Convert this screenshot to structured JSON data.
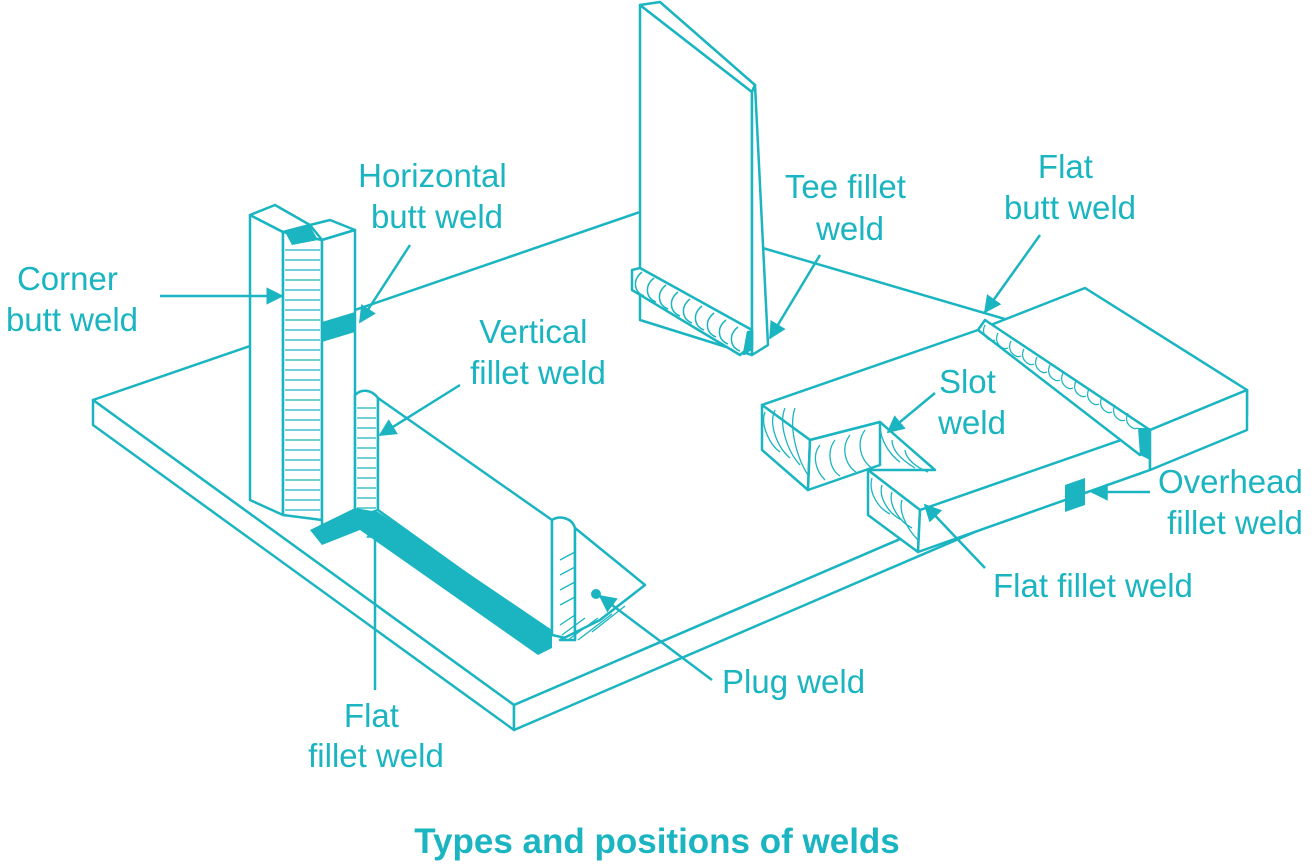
{
  "colors": {
    "accent": "#1ab5c1",
    "background": "#ffffff"
  },
  "title": "Types and positions of welds",
  "labels": {
    "horizontal_butt_weld": [
      "Horizontal",
      "butt weld"
    ],
    "corner_butt_weld": [
      "Corner",
      "butt weld"
    ],
    "vertical_fillet_weld": [
      "Vertical",
      "fillet weld"
    ],
    "tee_fillet_weld": [
      "Tee fillet",
      "weld"
    ],
    "flat_butt_weld": [
      "Flat",
      "butt weld"
    ],
    "slot_weld": [
      "Slot",
      "weld"
    ],
    "overhead_fillet_weld": [
      "Overhead",
      "fillet weld"
    ],
    "flat_fillet_weld_right": "Flat fillet weld",
    "plug_weld": "Plug weld",
    "flat_fillet_weld_left": [
      "Flat",
      "fillet weld"
    ]
  }
}
